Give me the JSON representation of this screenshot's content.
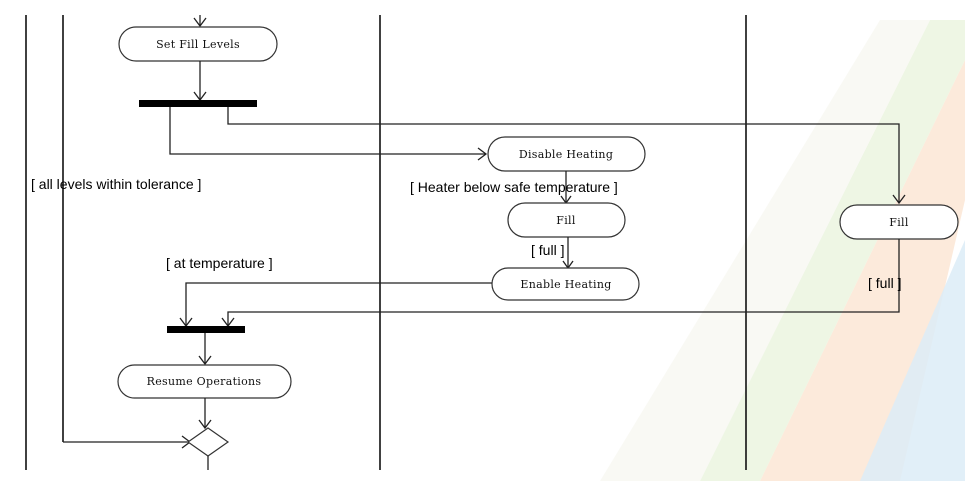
{
  "nodes": {
    "set_fill_levels": "Set Fill Levels",
    "disable_heating": "Disable Heating",
    "fill_center": "Fill",
    "enable_heating": "Enable Heating",
    "fill_right": "Fill",
    "resume_operations": "Resume Operations"
  },
  "guards": {
    "all_levels": "[ all levels within tolerance ]",
    "heater_below": "[ Heater below safe temperature ]",
    "full_center": "[ full ]",
    "at_temperature": "[ at temperature ]",
    "full_right": "[ full ]"
  },
  "colors": {
    "line": "#222222",
    "bar": "#000000",
    "node_fill": "#ffffff",
    "watermark_orange": "#fbe3cf",
    "watermark_green": "#eaf4dd",
    "watermark_blue": "#dcecf7"
  }
}
